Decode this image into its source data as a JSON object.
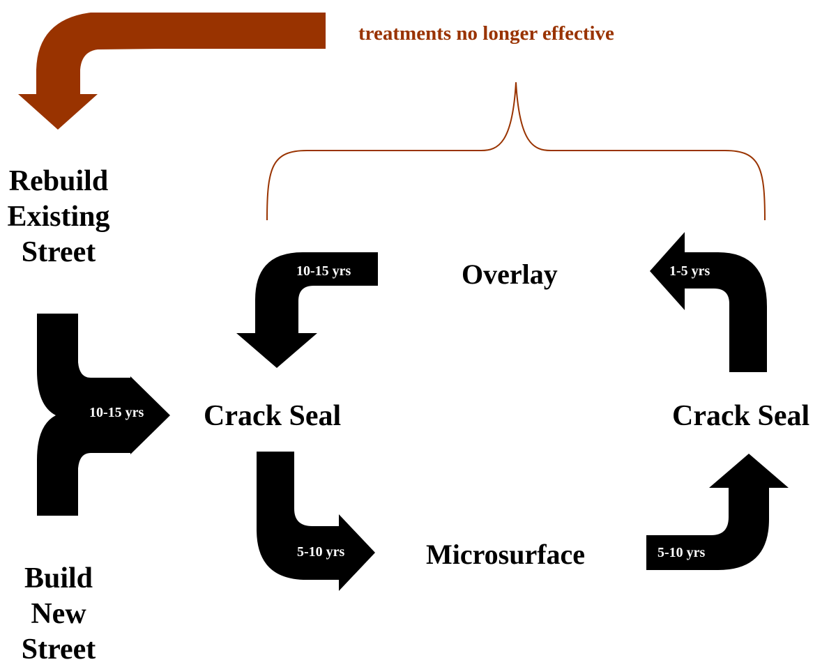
{
  "nodes": {
    "rebuild": [
      "Rebuild",
      "Existing",
      "Street"
    ],
    "build_new": [
      "Build",
      "New",
      "Street"
    ],
    "crack_seal_left": "Crack Seal",
    "crack_seal_right": "Crack Seal",
    "overlay": "Overlay",
    "microsurface": "Microsurface"
  },
  "durations": {
    "new_to_crack_seal": "10-15 yrs",
    "overlay_to_crack_seal": "10-15 yrs",
    "crack_seal_to_microsurface": "5-10 yrs",
    "microsurface_to_crack_seal": "5-10 yrs",
    "crack_seal_to_overlay": "1-5 yrs"
  },
  "annotation": {
    "text": "treatments no longer effective"
  },
  "colors": {
    "arrow": "#000000",
    "return_arrow": "#993300",
    "annotation_text": "#993300",
    "brace": "#993300",
    "duration_text": "#ffffff",
    "background": "#ffffff"
  }
}
